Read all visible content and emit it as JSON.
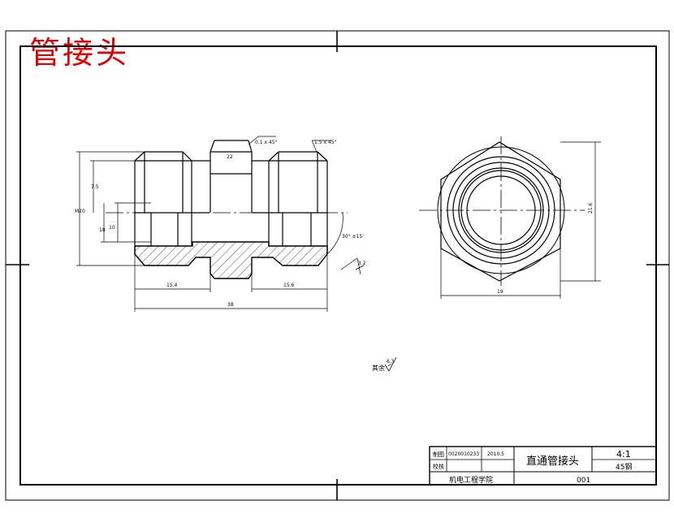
{
  "sheet_title": "管接头",
  "dimensions": {
    "chamfer_hex": "0.1 x 45°",
    "chamfer_thread": "1.5 x 45°",
    "hex_height": "22",
    "left_depth": "7.5",
    "overall_dia": "M20",
    "bore_dia": "18",
    "bore_dia2": "10",
    "left_len": "15.4",
    "right_len": "15.6",
    "total_len": "38",
    "angle": "30° ±15'",
    "local_rough": "3.2",
    "hex_across_flats": "21.6",
    "hex_across_corners": "19"
  },
  "general_roughness": {
    "label": "其余",
    "value": "6.3"
  },
  "title_block": {
    "drawn_label": "制图",
    "drawn_id": "0020010233",
    "drawn_date": "2010.5",
    "check_label": "校核",
    "part_name": "直通管接头",
    "scale": "4:1",
    "material": "45钢",
    "school": "机电工程学院",
    "drawing_no": "001"
  }
}
